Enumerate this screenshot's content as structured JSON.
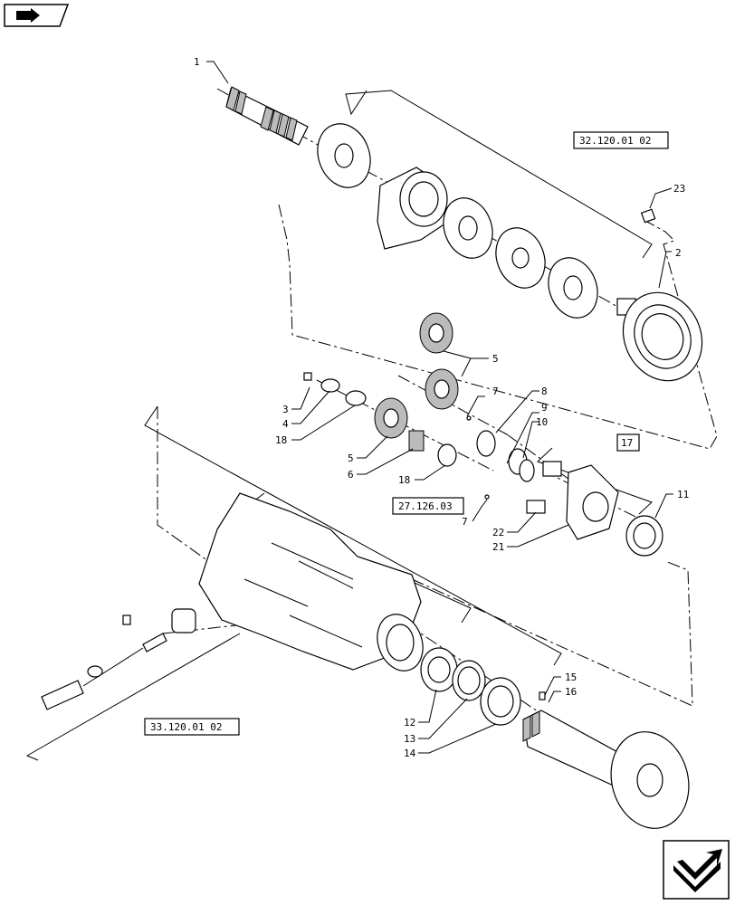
{
  "nav": {
    "prev_icon": "back-arrow-icon",
    "next_icon": "forward-arrow-icon"
  },
  "refs": {
    "r1": "32.120.01 02",
    "r2": "27.126.03",
    "r3": "33.120.01 02",
    "r4": "17"
  },
  "callouts": [
    "1",
    "2",
    "3",
    "4",
    "5",
    "5",
    "6",
    "7",
    "7",
    "8",
    "9",
    "10",
    "11",
    "12",
    "13",
    "14",
    "15",
    "16",
    "18",
    "18",
    "21",
    "22",
    "23"
  ]
}
